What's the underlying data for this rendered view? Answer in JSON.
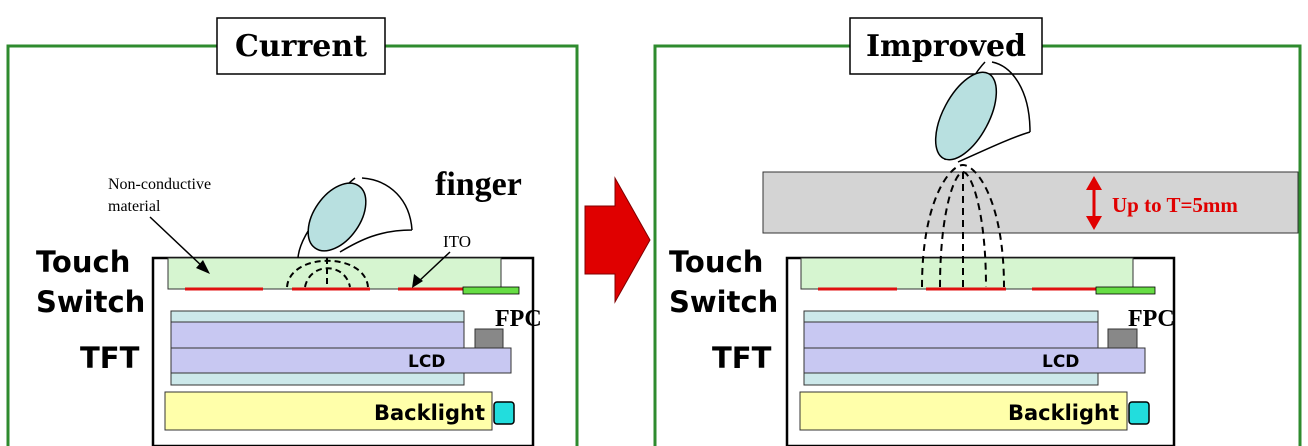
{
  "panels": {
    "current": {
      "title": "Current",
      "labels": {
        "non_conductive_line1": "Non-conductive",
        "non_conductive_line2": "material",
        "finger": "finger",
        "ito": "ITO",
        "touch": "Touch",
        "switch": "Switch",
        "fpc": "FPC",
        "tft": "TFT",
        "lcd": "LCD",
        "backlight": "Backlight"
      }
    },
    "improved": {
      "title": "Improved",
      "thickness_note": "Up to T=5mm",
      "labels": {
        "touch": "Touch",
        "switch": "Switch",
        "fpc": "FPC",
        "tft": "TFT",
        "lcd": "LCD",
        "backlight": "Backlight"
      }
    }
  },
  "colors": {
    "frame": "#2e8b2e",
    "arrow": "#e00000",
    "glass": "#d6f5d0",
    "electrode": "#e01010",
    "fpc_strip": "#66dd44",
    "tft_layer": "#cce8ea",
    "lcd_layer": "#c8c8f2",
    "backlight": "#ffffaa",
    "led": "#22dddd",
    "finger": "#b8e0e0",
    "cover": "#d4d4d4",
    "thickness_note": "#e00000"
  }
}
